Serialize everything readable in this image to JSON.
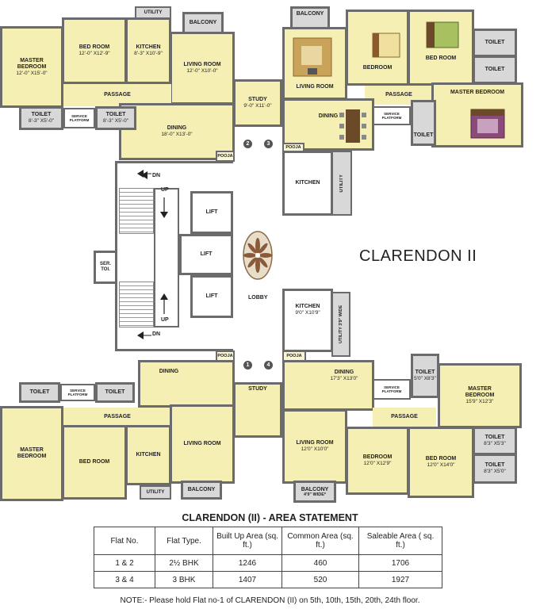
{
  "title": "CLARENDON II",
  "labels": {
    "utility": "UTILITY",
    "balcony": "BALCONY",
    "balcony_4_9": "4'9\" WIDE*",
    "master_bedroom": "MASTER BEDROOM",
    "bed_room": "BED ROOM",
    "bedroom": "BEDROOM",
    "kitchen": "KITCHEN",
    "living_room": "LIVING ROOM",
    "passage": "PASSAGE",
    "study": "STUDY",
    "dining": "DINING",
    "toilet": "TOILET",
    "service_platform": "SERVICE PLATFORM",
    "pooja": "POOJA",
    "lift": "LIFT",
    "lobby": "LOBBY",
    "ser_toi": "SER. TOI.",
    "up": "UP",
    "dn": "DN",
    "utility_wide": "UTILITY 3'9\" WIDE",
    "flat1": "1",
    "flat2": "2",
    "flat3": "3",
    "flat4": "4"
  },
  "dims": {
    "master_bed_1": "12'-0\" X15'-0\"",
    "bed_1": "12'-0\" X12'-9\"",
    "kitchen_1": "8'-3\" X10'-9\"",
    "living_1": "12'-0\" X10'-0\"",
    "study_1": "9'-0\" X11'-0\"",
    "dining_1": "18'-0\" X13'-0\"",
    "toilet_1": "8'-3\" X5'-0\"",
    "kitchen_4": "9'0\" X10'9\"",
    "dining_4": "17'3\" X13'0\"",
    "living_4": "12'0\" X10'0\"",
    "bed_4a": "12'0\" X12'9\"",
    "bed_4b": "12'0\" X14'0\"",
    "master_4": "15'9\" X12'3\"",
    "toilet_4a": "5'0\" X8'3\"",
    "toilet_4b": "8'3\" X5'3\"",
    "toilet_4c": "8'3\" X5'0\""
  },
  "table": {
    "title": "CLARENDON (II) - AREA STATEMENT",
    "headers": [
      "Flat No.",
      "Flat Type.",
      "Built Up Area (sq. ft.)",
      "Common Area (sq. ft.)",
      "Saleable Area ( sq. ft.)"
    ],
    "rows": [
      [
        "1 & 2",
        "2½ BHK",
        "1246",
        "460",
        "1706"
      ],
      [
        "3 & 4",
        "3 BHK",
        "1407",
        "520",
        "1927"
      ]
    ]
  },
  "note": "NOTE:- Please hold Flat no-1 of CLARENDON (II) on 5th, 10th, 15th, 20th, 24th floor."
}
